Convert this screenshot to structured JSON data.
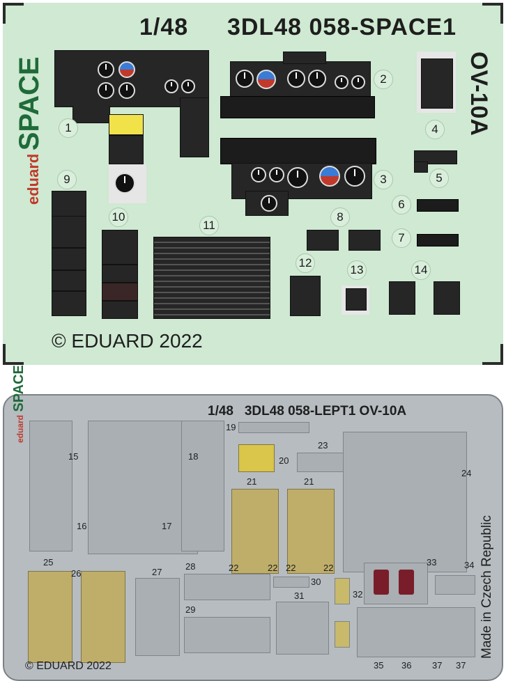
{
  "sheet1": {
    "scale": "1/48",
    "code": "3DL48 058-SPACE1",
    "aircraft": "OV-10A",
    "brand_top": "eduard",
    "brand_bottom": "SPACE",
    "copyright": "© EDUARD 2022",
    "part_numbers": [
      "1",
      "2",
      "3",
      "4",
      "5",
      "6",
      "7",
      "8",
      "9",
      "10",
      "11",
      "12",
      "13",
      "14"
    ]
  },
  "sheet2": {
    "title": "1/48   3DL48 058-LEPT1 OV-10A",
    "brand_top": "eduard",
    "brand_bottom": "SPACE",
    "made_in": "Made in Czech Republic",
    "copyright": "© EDUARD 2022",
    "part_numbers": [
      "15",
      "16",
      "17",
      "18",
      "19",
      "20",
      "21",
      "21",
      "22",
      "22",
      "22",
      "22",
      "23",
      "24",
      "25",
      "26",
      "27",
      "28",
      "29",
      "30",
      "31",
      "32",
      "33",
      "34",
      "35",
      "36",
      "37",
      "37"
    ]
  },
  "colors": {
    "sheet1_bg": "#cfe9d2",
    "sheet2_bg": "#b6bcc0",
    "brand_red": "#c0392b",
    "brand_green": "#1f6b3a"
  }
}
